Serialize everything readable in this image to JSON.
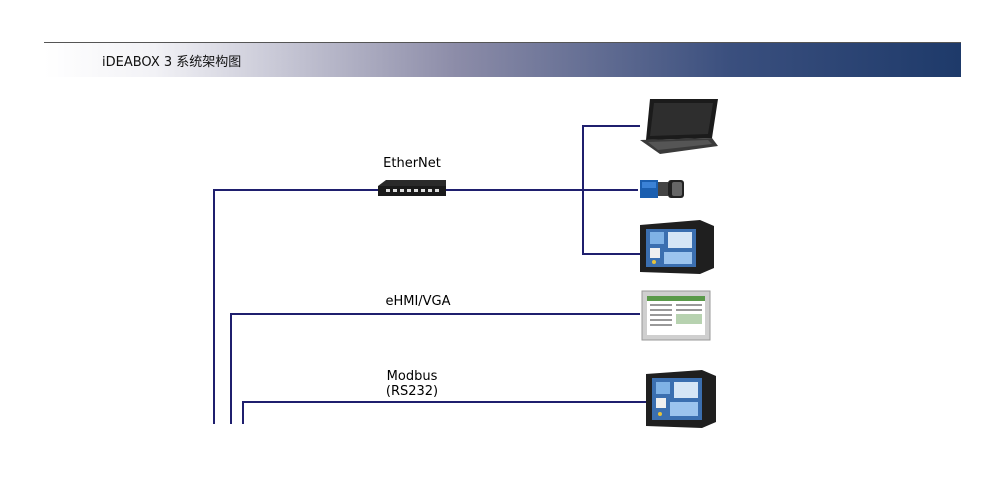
{
  "header": {
    "title": "iDEABOX 3 系统架构图"
  },
  "connections": {
    "ethernet": {
      "label": "EtherNet"
    },
    "ehmi": {
      "label": "eHMI/VGA"
    },
    "modbus": {
      "label": "Modbus",
      "sublabel": "(RS232)"
    }
  },
  "devices": [
    {
      "name": "laptop",
      "icon": "laptop-icon"
    },
    {
      "name": "camera",
      "icon": "industrial-camera-icon"
    },
    {
      "name": "hmi-panel-ethernet",
      "icon": "hmi-panel-icon"
    },
    {
      "name": "monitor-vga",
      "icon": "touch-monitor-icon"
    },
    {
      "name": "hmi-panel-modbus",
      "icon": "hmi-panel-icon"
    }
  ],
  "colors": {
    "line": "#1f1f6e",
    "header_dark": "#1e3a6a"
  }
}
